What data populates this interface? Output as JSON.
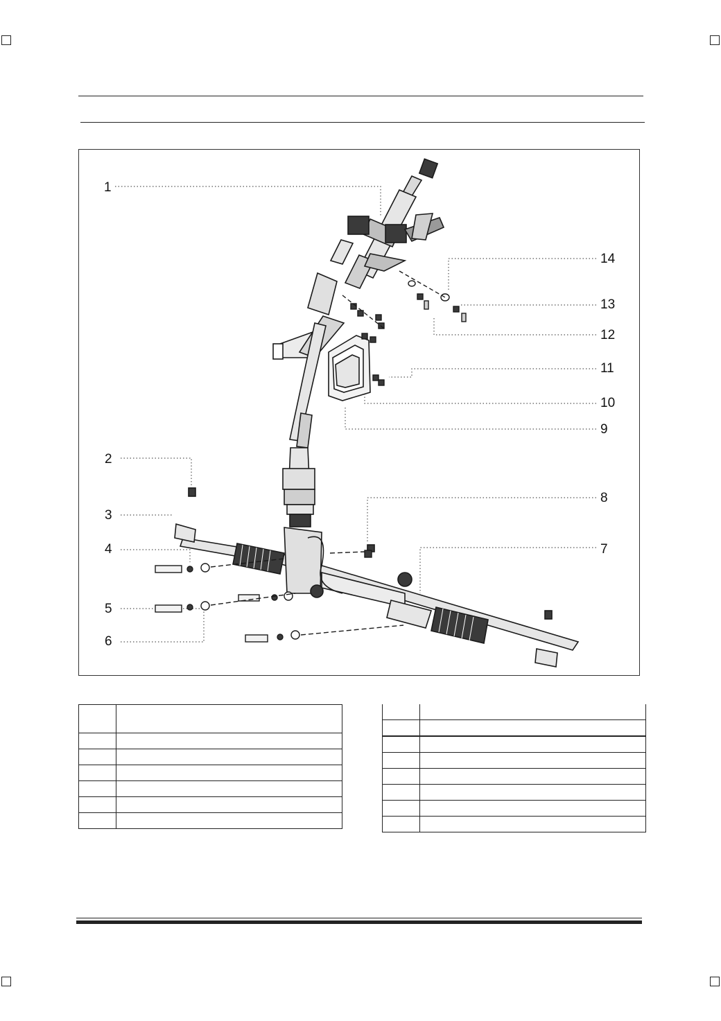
{
  "page": {
    "header_title": "",
    "header_subtitle": ""
  },
  "figure": {
    "callouts": [
      "1",
      "2",
      "3",
      "4",
      "5",
      "6",
      "7",
      "8",
      "9",
      "10",
      "11",
      "12",
      "13",
      "14"
    ]
  },
  "table_left": {
    "rows": [
      {
        "num": "",
        "name": ""
      },
      {
        "num": "",
        "name": ""
      },
      {
        "num": "",
        "name": ""
      },
      {
        "num": "",
        "name": ""
      },
      {
        "num": "",
        "name": ""
      },
      {
        "num": "",
        "name": ""
      },
      {
        "num": "",
        "name": ""
      }
    ]
  },
  "table_right": {
    "rows": [
      {
        "num": "",
        "name": ""
      },
      {
        "num": "",
        "name": ""
      },
      {
        "num": "",
        "name": ""
      },
      {
        "num": "",
        "name": ""
      },
      {
        "num": "",
        "name": ""
      },
      {
        "num": "",
        "name": ""
      },
      {
        "num": "",
        "name": ""
      },
      {
        "num": "",
        "name": ""
      }
    ]
  },
  "colors": {
    "ink": "#1a1a1a",
    "part_fill": "#d9d9d9",
    "part_dark": "#3a3a3a"
  }
}
